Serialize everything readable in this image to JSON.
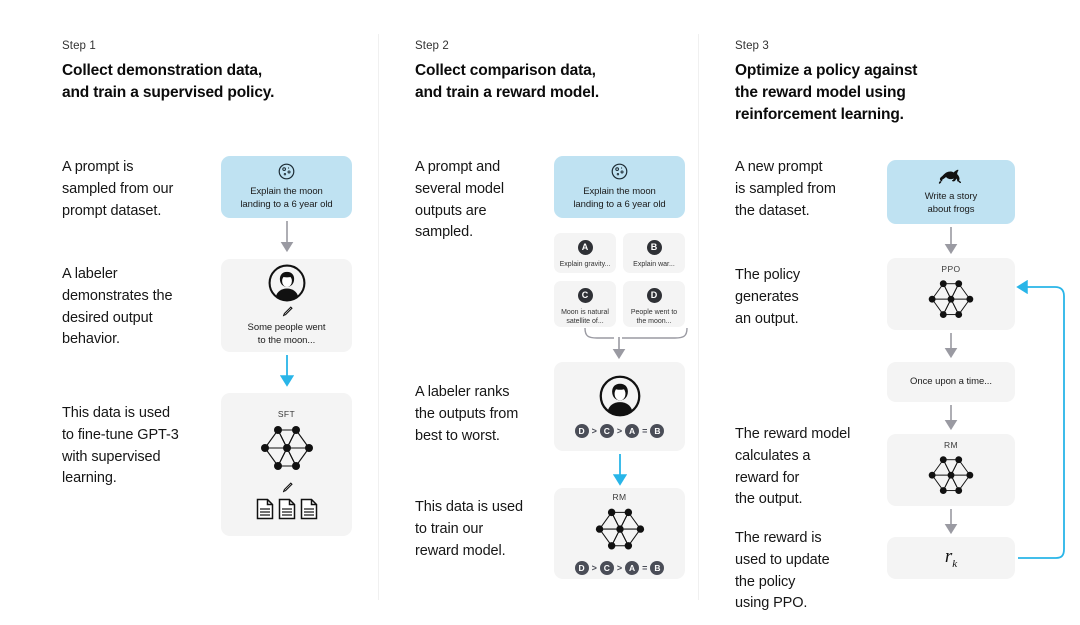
{
  "theme": {
    "accent_blue": "#bfe2f2",
    "accent_cyan": "#29b5e8",
    "box_gray": "#f4f4f4",
    "badge_dark": "#2f3136",
    "arrow_gray": "#9a9aa2"
  },
  "columns": [
    {
      "step": "Step 1",
      "title": "Collect demonstration data,\nand train a supervised policy.",
      "paragraphs": [
        "A prompt is\nsampled from our\nprompt dataset.",
        "A labeler\ndemonstrates the\ndesired output\nbehavior.",
        "This data is used\nto fine-tune GPT-3\nwith supervised\nlearning."
      ],
      "flow": {
        "prompt_box": {
          "icon": "moon-icon",
          "text": "Explain the moon\nlanding to a 6 year old"
        },
        "labeler_box": {
          "icon": "labeler-avatar-icon",
          "pencil": "pencil-icon",
          "text": "Some people went\nto the moon..."
        },
        "model_box": {
          "caption": "SFT",
          "network": "neural-network-icon",
          "pencil": "pencil-icon",
          "documents": "document-icon"
        }
      }
    },
    {
      "step": "Step 2",
      "title": "Collect comparison data,\nand train a reward model.",
      "paragraphs": [
        "A prompt and\nseveral model\noutputs are\nsampled.",
        "A labeler ranks\nthe outputs from\nbest to worst.",
        "This data is used\nto train our\nreward model."
      ],
      "flow": {
        "prompt_box": {
          "icon": "moon-icon",
          "text": "Explain the moon\nlanding to a 6 year old"
        },
        "outputs": [
          {
            "badge": "A",
            "text": "Explain gravity..."
          },
          {
            "badge": "B",
            "text": "Explain war..."
          },
          {
            "badge": "C",
            "text": "Moon is natural\nsatellite of..."
          },
          {
            "badge": "D",
            "text": "People went to\nthe moon..."
          }
        ],
        "rank_box": {
          "icon": "labeler-avatar-icon",
          "ranking": [
            "D",
            ">",
            "C",
            ">",
            "A",
            "=",
            "B"
          ]
        },
        "reward_box": {
          "caption": "RM",
          "network": "neural-network-icon",
          "ranking": [
            "D",
            ">",
            "C",
            ">",
            "A",
            "=",
            "B"
          ]
        }
      }
    },
    {
      "step": "Step 3",
      "title": "Optimize a policy against\nthe reward model using\nreinforcement learning.",
      "paragraphs": [
        "A new prompt\nis sampled from\nthe dataset.",
        "The policy\ngenerates\nan output.",
        "The reward model\ncalculates a\nreward for\nthe output.",
        "The reward is\nused to update\nthe policy\nusing PPO."
      ],
      "flow": {
        "prompt_box": {
          "icon": "frog-icon",
          "text": "Write a story\nabout frogs"
        },
        "policy_box": {
          "caption": "PPO",
          "network": "neural-network-icon"
        },
        "output_box": {
          "text": "Once upon a time..."
        },
        "reward_box": {
          "caption": "RM",
          "network": "neural-network-icon"
        },
        "reward_value_box": {
          "symbol": "r",
          "subscript": "k"
        },
        "feedback_loop": "feedback-arrow-icon"
      }
    }
  ]
}
